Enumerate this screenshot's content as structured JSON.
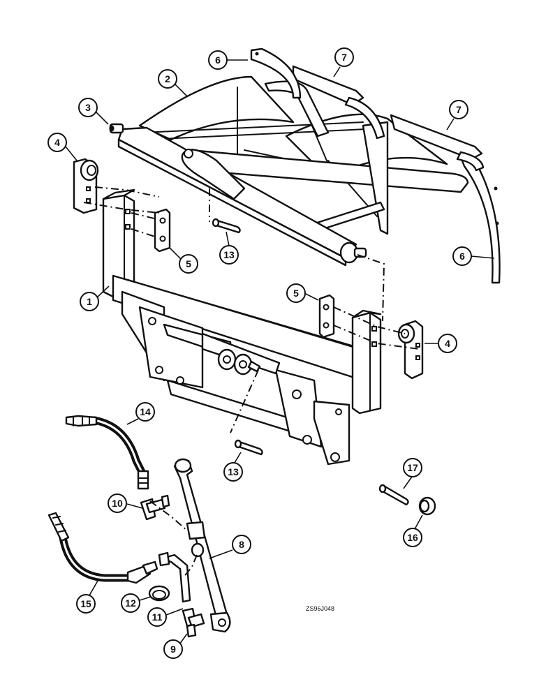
{
  "drawing_code": "ZS96J048",
  "callouts": [
    {
      "label": "1"
    },
    {
      "label": "2"
    },
    {
      "label": "3"
    },
    {
      "label": "4"
    },
    {
      "label": "4"
    },
    {
      "label": "5"
    },
    {
      "label": "5"
    },
    {
      "label": "6"
    },
    {
      "label": "6"
    },
    {
      "label": "7"
    },
    {
      "label": "7"
    },
    {
      "label": "8"
    },
    {
      "label": "9"
    },
    {
      "label": "10"
    },
    {
      "label": "11"
    },
    {
      "label": "12"
    },
    {
      "label": "13"
    },
    {
      "label": "13"
    },
    {
      "label": "14"
    },
    {
      "label": "15"
    },
    {
      "label": "16"
    },
    {
      "label": "17"
    }
  ]
}
